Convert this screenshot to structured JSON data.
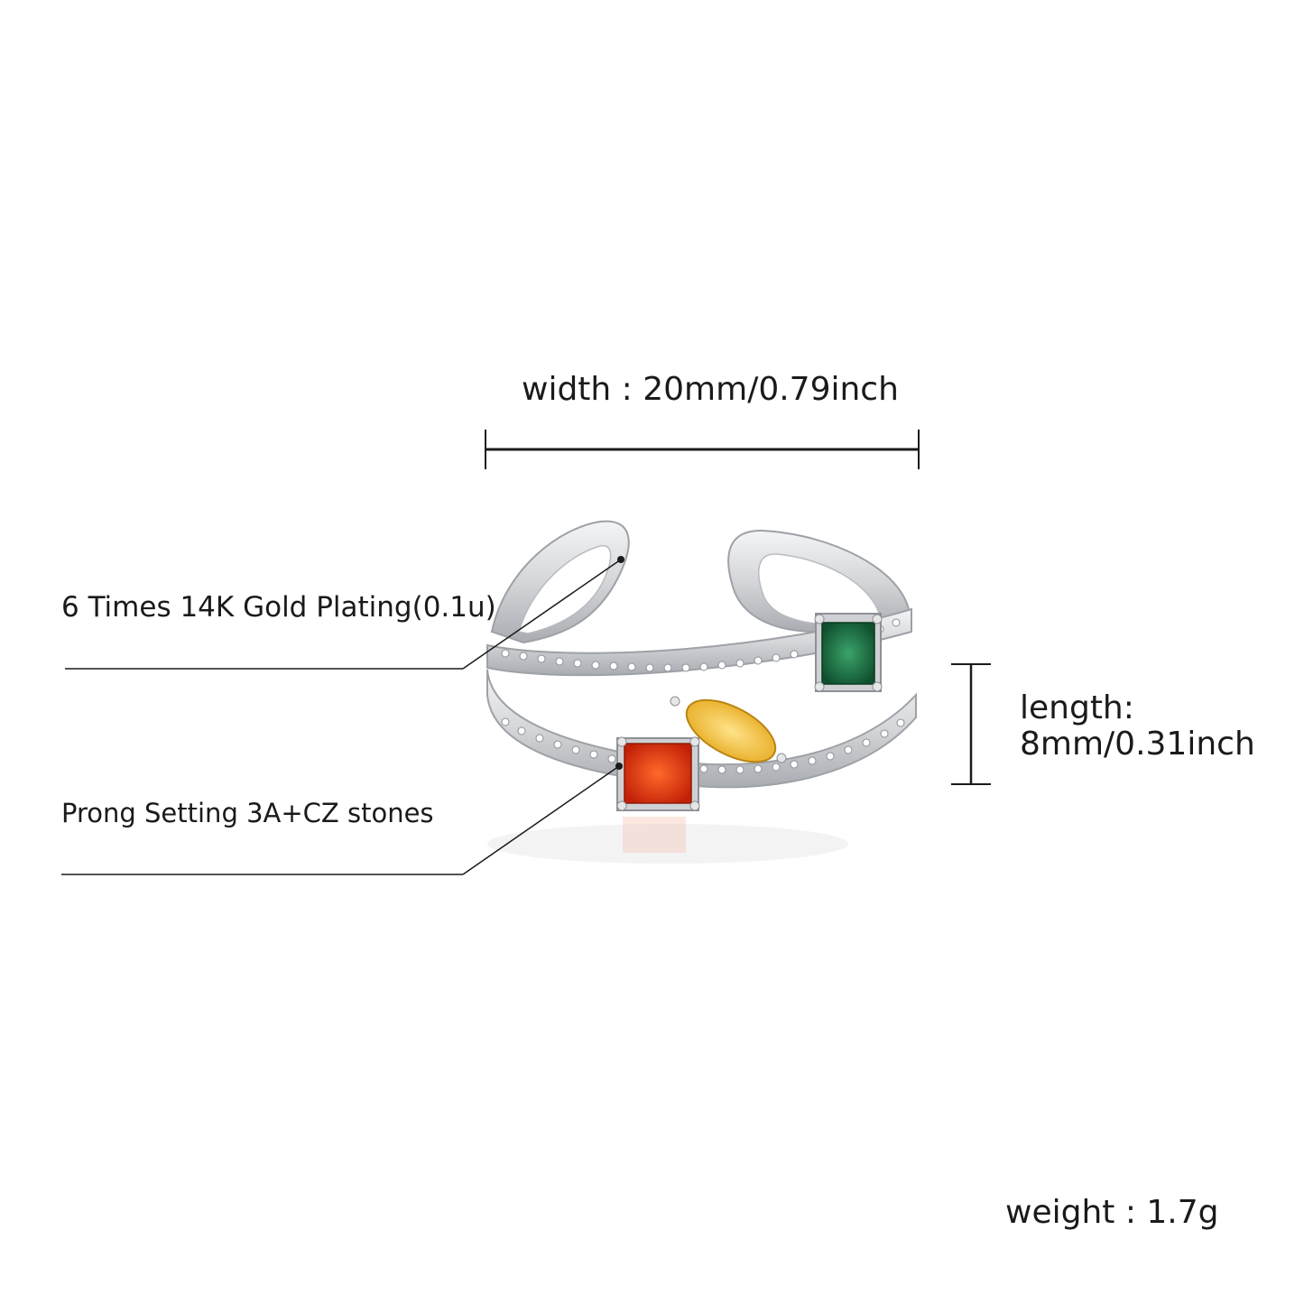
{
  "annotations": {
    "width": "width : 20mm/0.79inch",
    "plating": "6 Times  14K  Gold  Plating(0.1u)",
    "prong": "Prong Setting 3A+CZ stones",
    "length_line1": "length:",
    "length_line2": "8mm/0.31inch",
    "weight": "weight : 1.7g"
  },
  "colors": {
    "background": "#ffffff",
    "text": "#1a1a1a",
    "silver": "#d9dadc",
    "silver_edge": "#9ea1a6",
    "stone_red": "#d8320e",
    "stone_yellow": "#f2c73a",
    "stone_green": "#1f7a4a"
  },
  "icons": [
    "ring-product-image",
    "width-dimension-icon",
    "length-dimension-icon"
  ]
}
